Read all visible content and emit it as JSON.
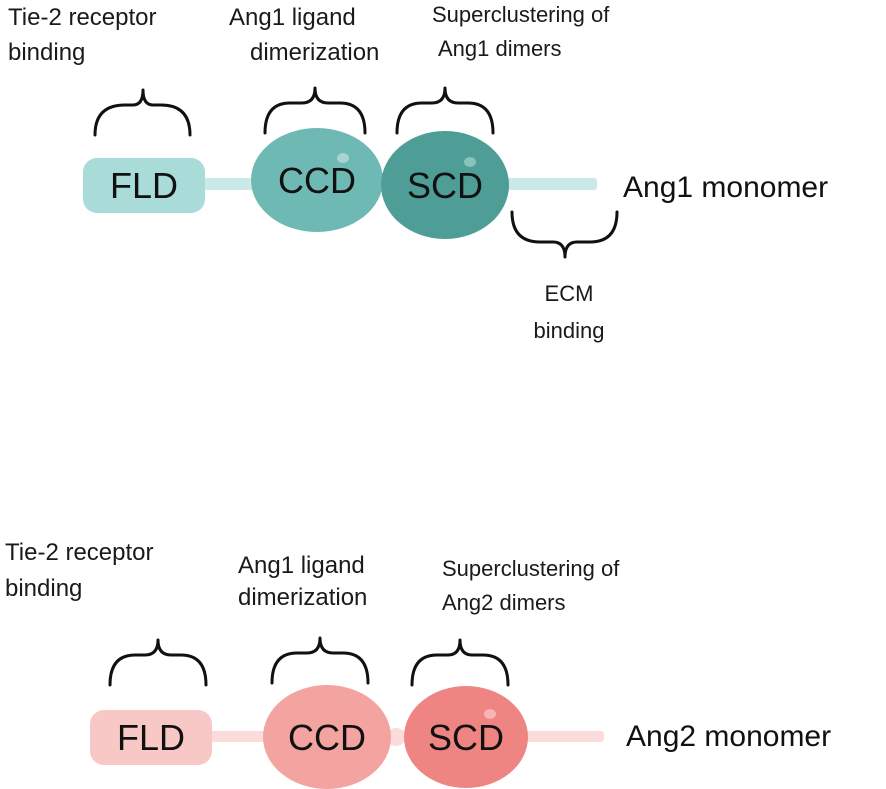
{
  "ang1": {
    "labels": {
      "receptor_line1": "Tie-2 receptor",
      "receptor_line2": "binding",
      "dimer_line1": "Ang1 ligand",
      "dimer_line2": "dimerization",
      "super_line1": "Superclustering of",
      "super_line2": "Ang1 dimers",
      "ecm_line1": "ECM",
      "ecm_line2": "binding"
    },
    "domains": {
      "fld": "FLD",
      "ccd": "CCD",
      "scd": "SCD"
    },
    "name": "Ang1 monomer",
    "colors": {
      "fld": "#a9dcd9",
      "ccd": "#6fb9b5",
      "scd": "#4e9e97",
      "linker": "#cbe9e7"
    }
  },
  "ang2": {
    "labels": {
      "receptor_line1": "Tie-2 receptor",
      "receptor_line2": "binding",
      "dimer_line1": "Ang1 ligand",
      "dimer_line2": "dimerization",
      "super_line1": "Superclustering of",
      "super_line2": "Ang2 dimers"
    },
    "domains": {
      "fld": "FLD",
      "ccd": "CCD",
      "scd": "SCD"
    },
    "name": "Ang2 monomer",
    "colors": {
      "fld": "#f8c8c6",
      "ccd": "#f3a3a0",
      "scd": "#ee8582",
      "linker": "#fbdcdb"
    }
  }
}
